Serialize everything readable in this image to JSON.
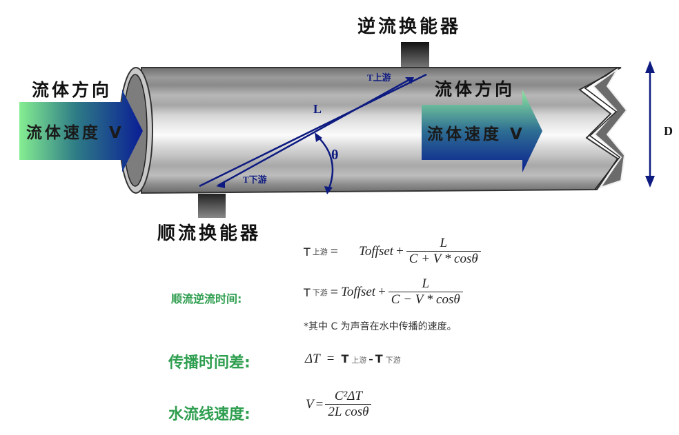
{
  "diagram": {
    "title_top_transducer": "逆流换能器",
    "title_bottom_transducer": "顺流换能器",
    "left_arrow": {
      "direction_label": "流体方向",
      "speed_label": "流体速度 V"
    },
    "right_arrow": {
      "direction_label": "流体方向",
      "speed_label": "流体速度 V"
    },
    "path_label": "L",
    "angle_label": "θ",
    "upstream_time_label": "T上游",
    "downstream_time_label": "T下游",
    "diameter_label": "D",
    "colors": {
      "arrow_green": "#7ee08f",
      "arrow_blue": "#0a1f8f",
      "path_blue": "#0d1a80",
      "label_green": "#2e9e4f",
      "pipe_gray": "#9a9a9a"
    }
  },
  "formulas": {
    "transit_time_label": "顺流逆流时间:",
    "t_up": {
      "lhs_T": "T",
      "lhs_sub": "上游",
      "eq": "=",
      "offset": "Toffset",
      "plus": "+",
      "num": "L",
      "den": "C + V * cosθ"
    },
    "t_down": {
      "lhs_T": "T",
      "lhs_sub": "下游",
      "eq": "=",
      "offset": "Toffset",
      "plus": "+",
      "num": "L",
      "den": "C − V * cosθ"
    },
    "note": "*其中 C 为声音在水中传播的速度。",
    "time_diff_label": "传播时间差:",
    "time_diff": {
      "lhs": "ΔT",
      "eq": "=",
      "T1": "T",
      "sub1": "上游",
      "minus": "-",
      "T2": "T",
      "sub2": "下游"
    },
    "velocity_label": "水流线速度:",
    "velocity": {
      "lhs": "V",
      "eq": "=",
      "num": "C²ΔT",
      "den": "2L cosθ"
    }
  }
}
